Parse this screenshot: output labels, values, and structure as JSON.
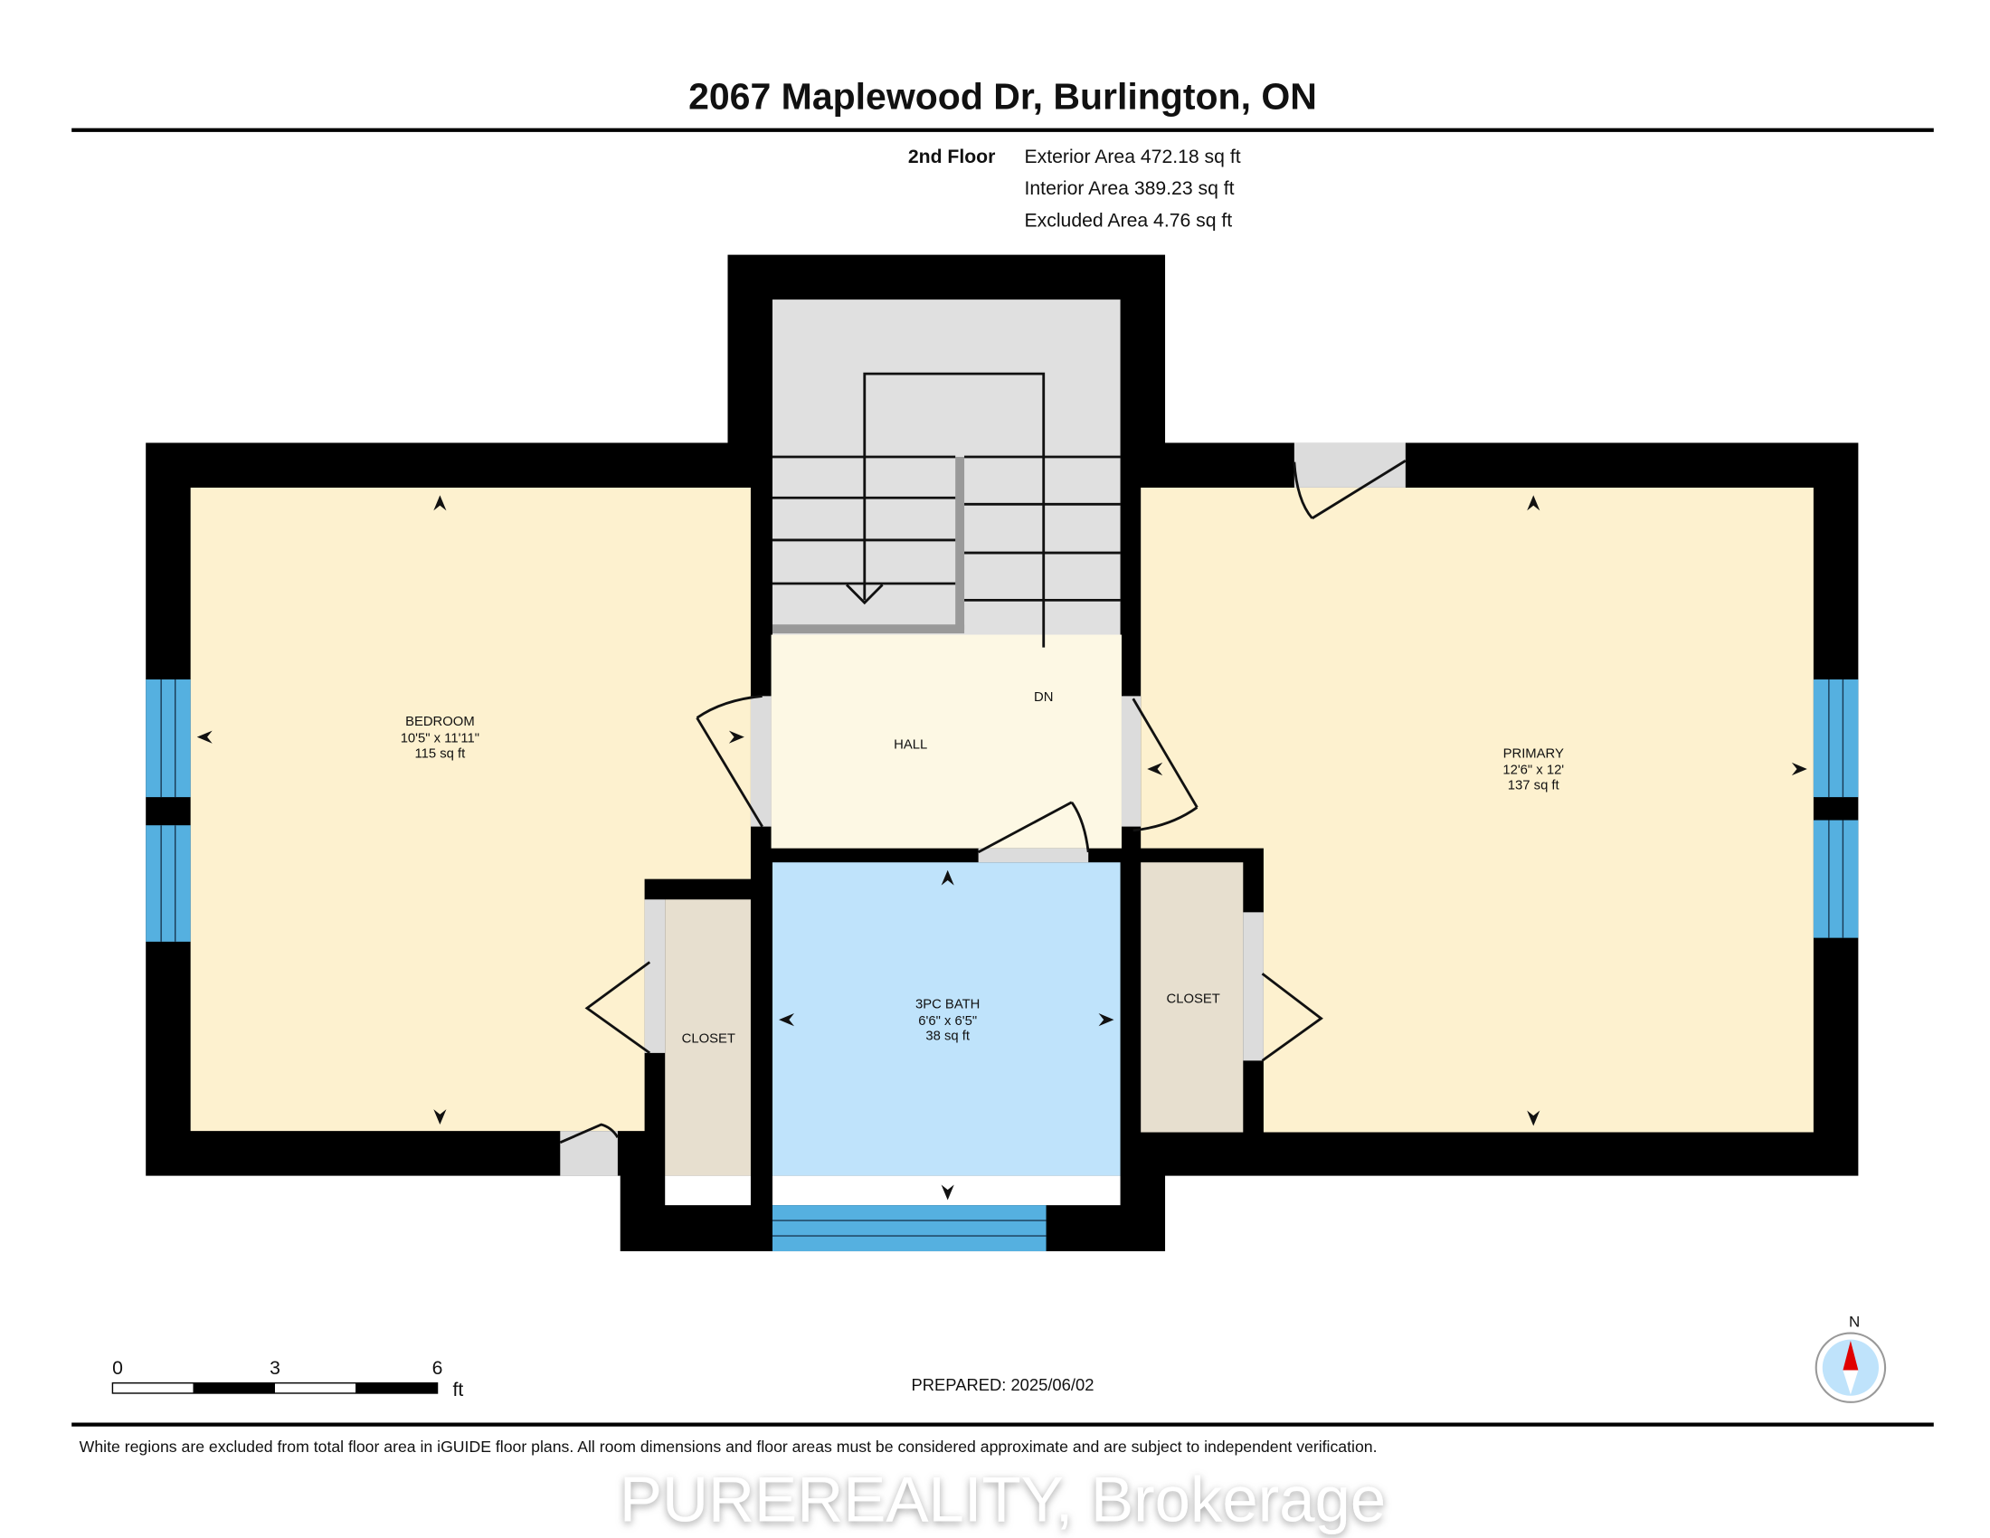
{
  "header": {
    "title": "2067 Maplewood Dr, Burlington, ON",
    "floor_label": "2nd Floor",
    "areas": [
      "Exterior Area 472.18 sq ft",
      "Interior Area 389.23 sq ft",
      "Excluded Area 4.76 sq ft"
    ]
  },
  "rooms": {
    "bedroom": {
      "name": "BEDROOM",
      "dims": "10'5\" x 11'11\"",
      "area": "115 sq ft"
    },
    "primary": {
      "name": "PRIMARY",
      "dims": "12'6\" x 12'",
      "area": "137 sq ft"
    },
    "bath": {
      "name": "3PC BATH",
      "dims": "6'6\" x 6'5\"",
      "area": "38 sq ft"
    },
    "hall": {
      "name": "HALL"
    },
    "stairs": {
      "label": "DN"
    },
    "closet_left": {
      "name": "CLOSET"
    },
    "closet_right": {
      "name": "CLOSET"
    }
  },
  "scale_bar": {
    "ticks": [
      "0",
      "3",
      "6"
    ],
    "unit": "ft"
  },
  "prepared": "PREPARED: 2025/06/02",
  "compass": {
    "label": "N"
  },
  "footer": {
    "disclaimer": "White regions are excluded from total floor area in iGUIDE floor plans. All room dimensions and floor areas must be considered approximate and are subject to independent verification.",
    "watermark": "PUREREALITY, Brokerage"
  },
  "colors": {
    "wall": "#000000",
    "bedroom": "#fdf1cf",
    "hall": "#fdf8e4",
    "bath": "#bfe3fb",
    "closet": "#e7dfcf",
    "stairs": "#e0e0e0",
    "window": "#55b0e0",
    "compass_needle": "#e00000"
  }
}
